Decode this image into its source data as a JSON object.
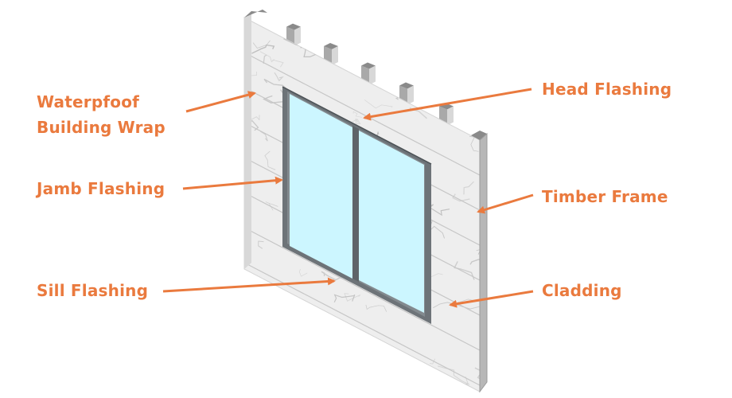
{
  "colors": {
    "label": "#ea7a3e",
    "arrow": "#ea7a3e",
    "cladding": "#eeeeee",
    "veining": "#b9b9b9",
    "board_line": "#c6c6c6",
    "frame_front": "#a9a9a9",
    "frame_side": "#d8d8d8",
    "frame_top": "#8a8a8a",
    "window_frame": "#6d7378",
    "glass": "#ccf6ff"
  },
  "labels": {
    "building_wrap": {
      "line1": "Waterpfoof",
      "line2": "Building Wrap"
    },
    "jamb_flashing": "Jamb Flashing",
    "sill_flashing": "Sill Flashing",
    "head_flashing": "Head Flashing",
    "timber_frame": "Timber Frame",
    "cladding": "Cladding"
  },
  "icons": {
    "arrow": "arrow-icon",
    "wall": "wall-illustration",
    "window": "window-illustration"
  }
}
